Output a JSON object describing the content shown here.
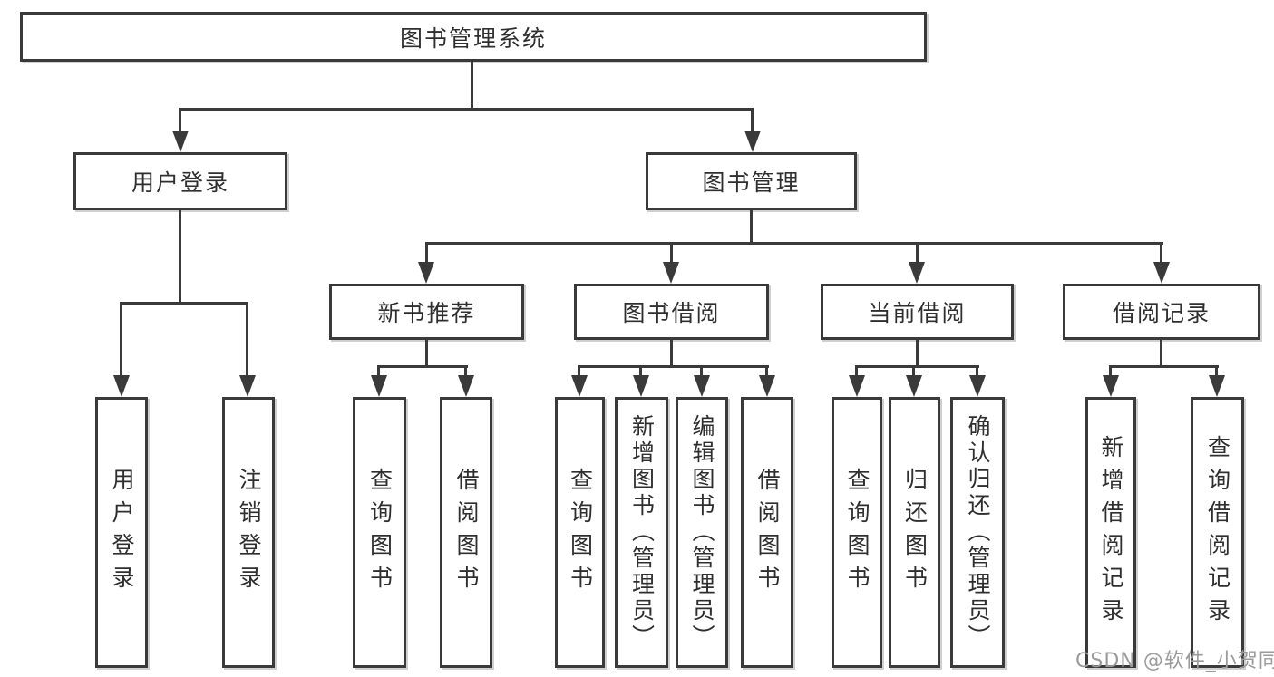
{
  "tree": {
    "root": {
      "label": "图书管理系统"
    },
    "branches": [
      {
        "label": "用户登录",
        "leaves": [
          {
            "label": "用户登录"
          },
          {
            "label": "注销登录"
          }
        ]
      },
      {
        "label": "图书管理",
        "groups": [
          {
            "label": "新书推荐",
            "leaves": [
              {
                "label": "查询图书"
              },
              {
                "label": "借阅图书"
              }
            ]
          },
          {
            "label": "图书借阅",
            "leaves": [
              {
                "label": "查询图书"
              },
              {
                "label": "新增图书（管理员）"
              },
              {
                "label": "编辑图书（管理员）"
              },
              {
                "label": "借阅图书"
              }
            ]
          },
          {
            "label": "当前借阅",
            "leaves": [
              {
                "label": "查询图书"
              },
              {
                "label": "归还图书"
              },
              {
                "label": "确认归还（管理员）"
              }
            ]
          },
          {
            "label": "借阅记录",
            "leaves": [
              {
                "label": "新增借阅记录"
              },
              {
                "label": "查询借阅记录"
              }
            ]
          }
        ]
      }
    ]
  },
  "watermark": {
    "text": "CSDN @软件_小贺同学"
  },
  "colors": {
    "line": "#3a3a3a",
    "text": "#2f2f2f",
    "background": "#ffffff",
    "watermark": "#9b9b9b"
  }
}
